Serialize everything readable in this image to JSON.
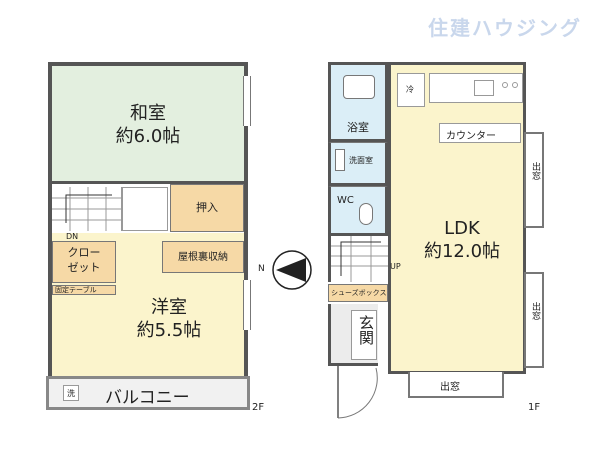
{
  "logo": "住建ハウジング",
  "floor2": {
    "label": "2F",
    "rooms": {
      "washitsu": {
        "name": "和室",
        "size": "約6.0帖"
      },
      "yoshitsu": {
        "name": "洋室",
        "size": "約5.5帖"
      },
      "oshiire": "押入",
      "closet": [
        "クロー",
        "ゼット"
      ],
      "yane_ura": "屋根裏収納",
      "kotei_table": "固定テーブル",
      "balcony": "バルコニー",
      "sentaku": "洗",
      "dn": "DN"
    }
  },
  "floor1": {
    "label": "1F",
    "rooms": {
      "ldk": {
        "name": "LDK",
        "size": "約12.0帖"
      },
      "yokushitsu": "浴室",
      "senmenjo": "洗面室",
      "wc": "WC",
      "rei": "冷",
      "counter": "カウンター",
      "demado_right_top": "出窓",
      "demado_right_bottom": "出窓",
      "demado_bottom": "出窓",
      "shoes_box": "シューズボックス",
      "genkan": "玄関",
      "up": "UP"
    }
  },
  "compass": {
    "letter": "N"
  },
  "colors": {
    "wall": "#555555",
    "washitsu": "#e3efdf",
    "yoshitsu": "#fbf4cc",
    "ldk": "#fbf4cc",
    "storage": "#f6d9a6",
    "bath": "#dbeef7",
    "logo": "#c9d7ec"
  }
}
